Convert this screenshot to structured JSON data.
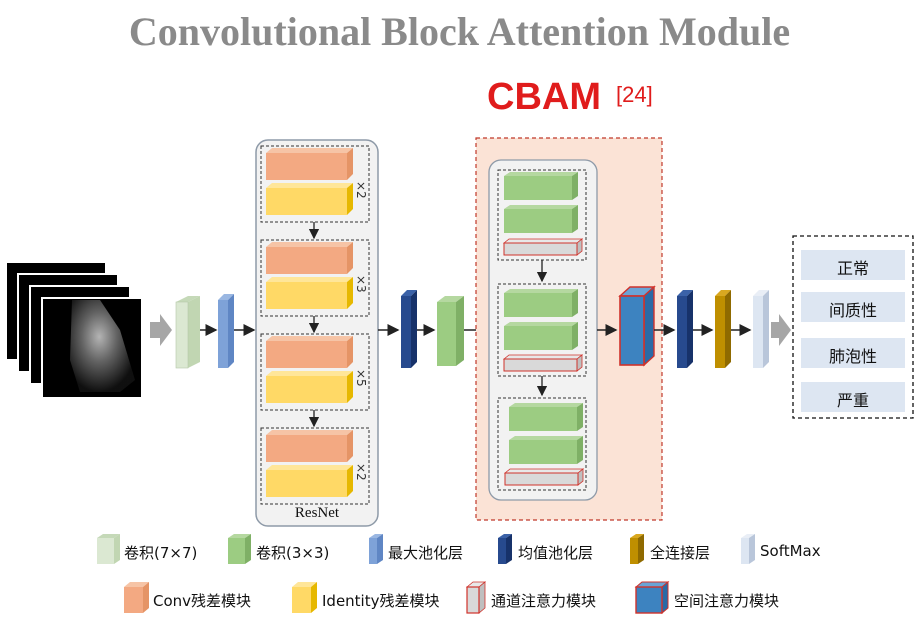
{
  "title": "Convolutional Block Attention Module",
  "cbam": {
    "label": "CBAM",
    "ref": "[24]"
  },
  "resnet": {
    "label": "ResNet",
    "stages": [
      {
        "repeat": "×2"
      },
      {
        "repeat": "×3"
      },
      {
        "repeat": "×5"
      },
      {
        "repeat": "×2"
      }
    ]
  },
  "classes": [
    "正常",
    "间质性",
    "肺泡性",
    "严重"
  ],
  "legend": [
    {
      "label": "卷积(7×7)",
      "icon": "conv7-icon",
      "color": "#dbe8d2"
    },
    {
      "label": "卷积(3×3)",
      "icon": "conv3-icon",
      "color": "#9ccc82"
    },
    {
      "label": "最大池化层",
      "icon": "maxpool-icon",
      "color": "#7ea2d8"
    },
    {
      "label": "均值池化层",
      "icon": "avgpool-icon",
      "color": "#274a8e"
    },
    {
      "label": "全连接层",
      "icon": "fc-icon",
      "color": "#bf8f00"
    },
    {
      "label": "SoftMax",
      "icon": "softmax-icon",
      "color": "#dde6f2"
    },
    {
      "label": "Conv残差模块",
      "icon": "conv-residual-icon",
      "color": "#f3a982"
    },
    {
      "label": "Identity残差模块",
      "icon": "identity-residual-icon",
      "color": "#ffd966"
    },
    {
      "label": "通道注意力模块",
      "icon": "channel-attention-icon",
      "color": "#d9d9d9"
    },
    {
      "label": "空间注意力模块",
      "icon": "spatial-attention-icon",
      "color": "#3d83c0"
    }
  ]
}
